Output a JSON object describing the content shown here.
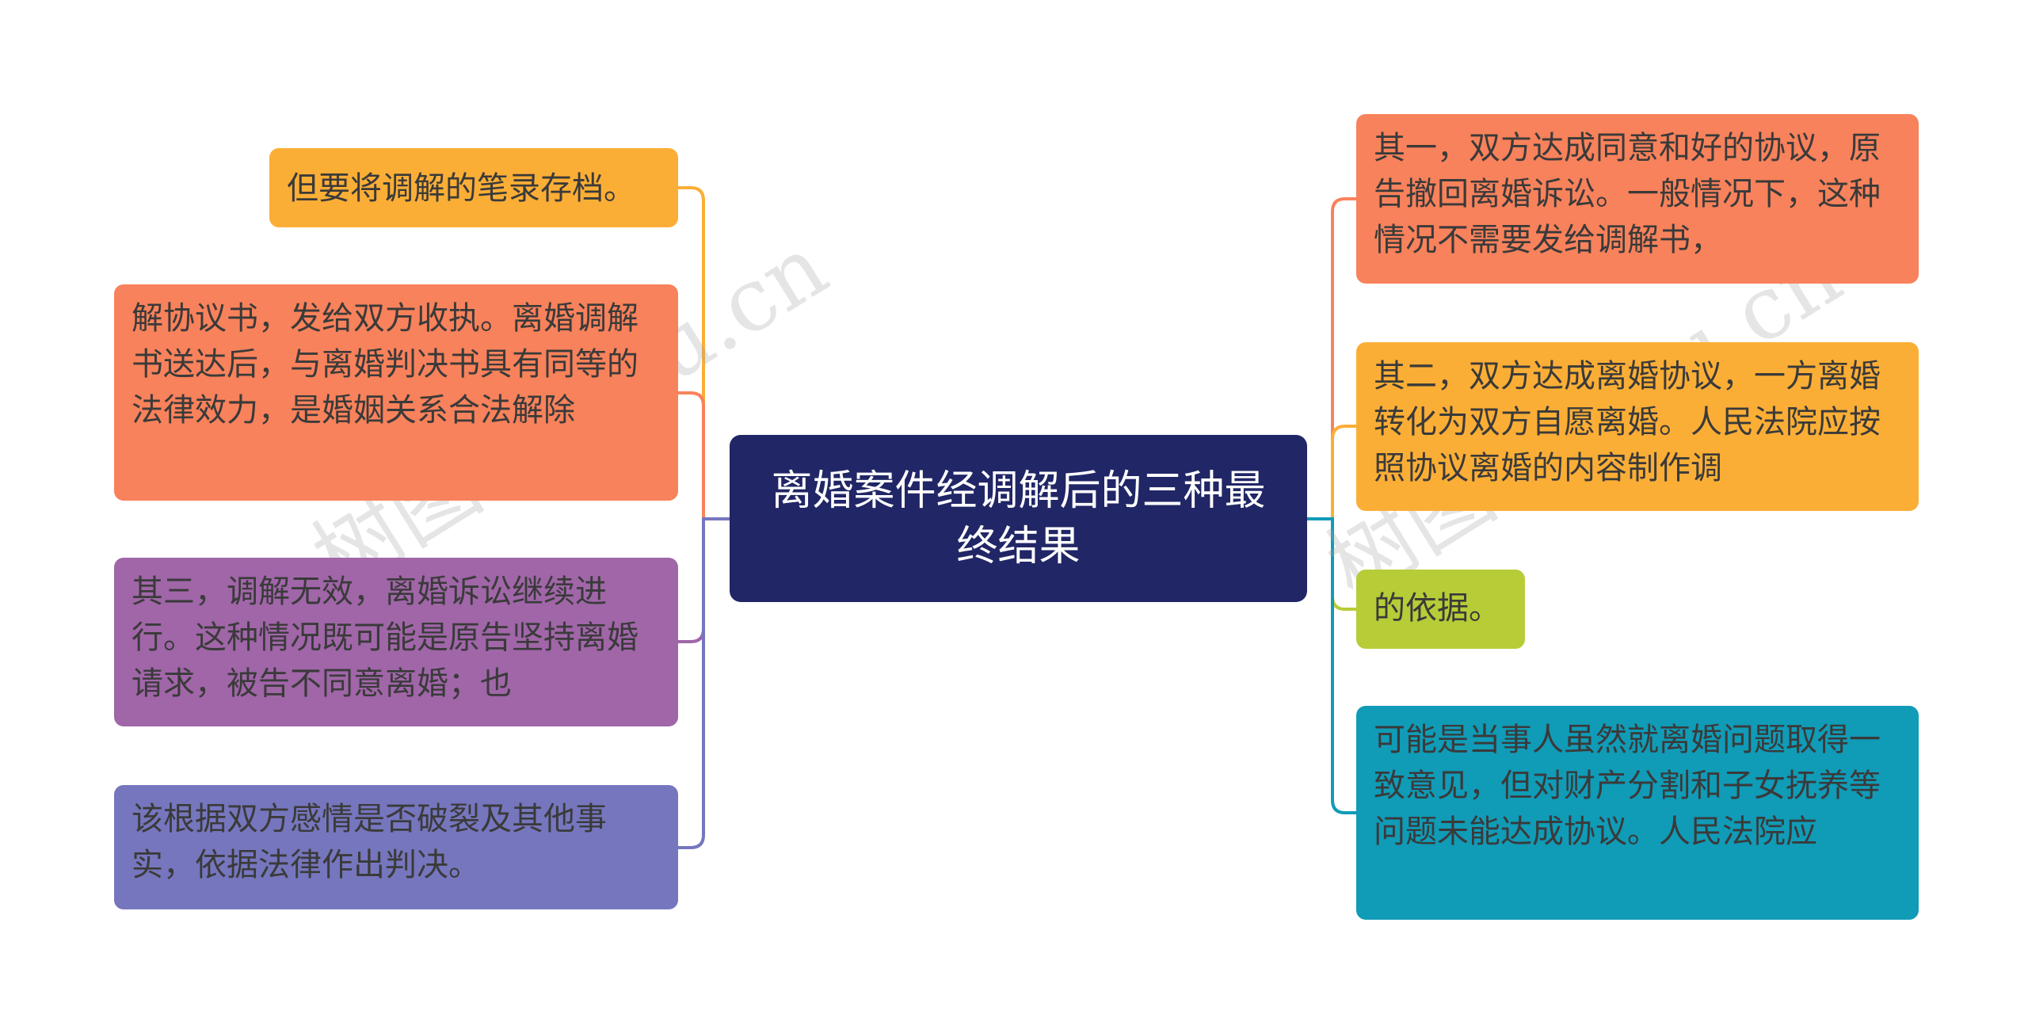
{
  "root": {
    "text": "离婚案件经调解后的三种最终结果",
    "color": "#212666"
  },
  "left": [
    {
      "text": "但要将调解的笔录存档。",
      "color": "#FBAE36"
    },
    {
      "text": "解协议书，发给双方收执。离婚调解书送达后，与离婚判决书具有同等的法律效力，是婚姻关系合法解除",
      "color": "#F8825B"
    },
    {
      "text": "其三，调解无效，离婚诉讼继续进行。这种情况既可能是原告坚持离婚请求，被告不同意离婚；也",
      "color": "#A066A8"
    },
    {
      "text": "该根据双方感情是否破裂及其他事实，依据法律作出判决。",
      "color": "#7676BE"
    }
  ],
  "right": [
    {
      "text": "其一，双方达成同意和好的协议，原告撤回离婚诉讼。一般情况下，这种情况不需要发给调解书，",
      "color": "#F8825B"
    },
    {
      "text": "其二，双方达成离婚协议，一方离婚转化为双方自愿离婚。人民法院应按照协议离婚的内容制作调",
      "color": "#FBAE36"
    },
    {
      "text": "的依据。",
      "color": "#B7CC37"
    },
    {
      "text": "可能是当事人虽然就离婚问题取得一致意见，但对财产分割和子女抚养等问题未能达成协议。人民法院应",
      "color": "#109BB7"
    }
  ],
  "watermarks": [
    "树图 shutu.cn",
    "树图 shutu.cn"
  ]
}
